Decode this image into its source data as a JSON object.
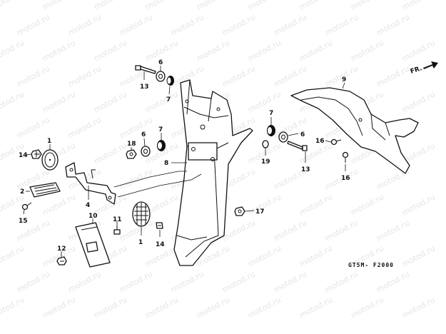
{
  "watermark": "motod.ru",
  "direction_label": "FR.",
  "diagram_code": "GT5M- F2000",
  "callouts": {
    "c1a": "1",
    "c1b": "1",
    "c2": "2",
    "c4": "4",
    "c6a": "6",
    "c6b": "6",
    "c6c": "6",
    "c7a": "7",
    "c7b": "7",
    "c7c": "7",
    "c8": "8",
    "c9": "9",
    "c10": "10",
    "c11": "11",
    "c12": "12",
    "c13a": "13",
    "c13b": "13",
    "c14a": "14",
    "c14b": "14",
    "c15": "15",
    "c16a": "16",
    "c16b": "16",
    "c17": "17",
    "c18": "18",
    "c19": "19"
  }
}
